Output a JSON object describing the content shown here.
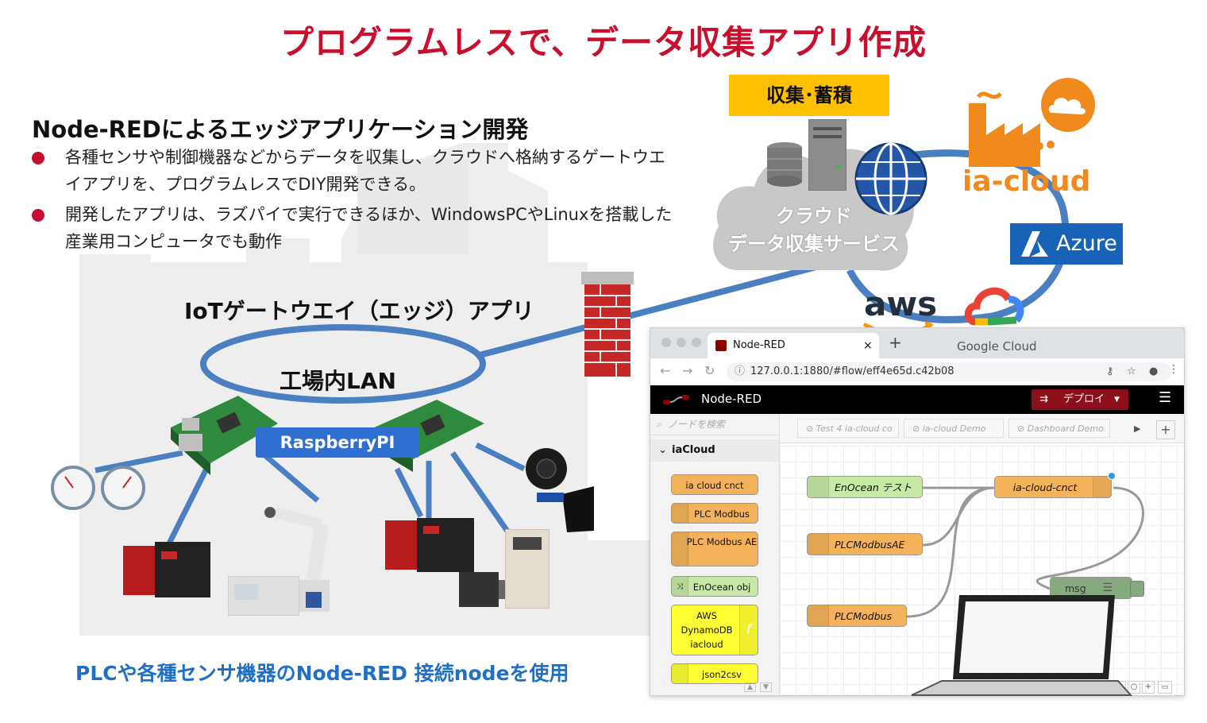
{
  "slide": {
    "title": "プログラムレスで、データ収集アプリ作成",
    "section_heading": "Node-REDによるエッジアプリケーション開発",
    "bullets": [
      "各種センサや制御機器などからデータを収集し、クラウドへ格納するゲートウエイアプリを、プログラムレスでDIY開発できる。",
      "開発したアプリは、ラズパイで実行できるほか、WindowsPCやLinuxを搭載した産業用コンピュータでも動作"
    ],
    "iot_gateway_label": "IoTゲートウエイ（エッジ）アプリ",
    "lan_label": "工場内LAN",
    "raspberrypi_label": "RaspberryPI",
    "bottom_caption": "PLCや各種センサ機器のNode-RED 接続nodeを使用",
    "collect_badge": "収集･蓄積",
    "cloud_line1": "クラウド",
    "cloud_line2": "データ収集サービス",
    "iacloud_label": "ia-cloud",
    "azure_label": "Azure",
    "aws_label": "aws",
    "google_cloud_label": "Google Cloud"
  },
  "browser": {
    "tab_title": "Node-RED",
    "tab_close": "×",
    "new_tab": "+",
    "url": "127.0.0.1:1880/#flow/eff4e65d.c42b08",
    "app_title": "Node-RED",
    "deploy_label": "デプロイ",
    "search_placeholder": "ノードを検索",
    "palette_category": "iaCloud",
    "palette_nodes": [
      "ia cloud cnct",
      "PLC Modbus",
      "PLC Modbus AE",
      "EnOcean obj",
      "AWS DynamoDB iacloud",
      "json2csv"
    ],
    "workspace_tabs": [
      "Test 4 ia-cloud co",
      "ia-cloud Demo",
      "Dashboard Demo"
    ],
    "flow_nodes": [
      "EnOcean テスト",
      "PLCModbusAE",
      "PLCModbus",
      "ia-cloud-cnct",
      "msg"
    ]
  },
  "colors": {
    "title_red": "#c8102e",
    "caption_blue": "#1f6fc4",
    "badge_yellow": "#ffc000",
    "azure_blue": "#1862b8",
    "node_orange": "#f4b25a",
    "node_green": "#c7e9a5",
    "node_yellow": "#ffff33",
    "debug_green": "#87a980"
  }
}
